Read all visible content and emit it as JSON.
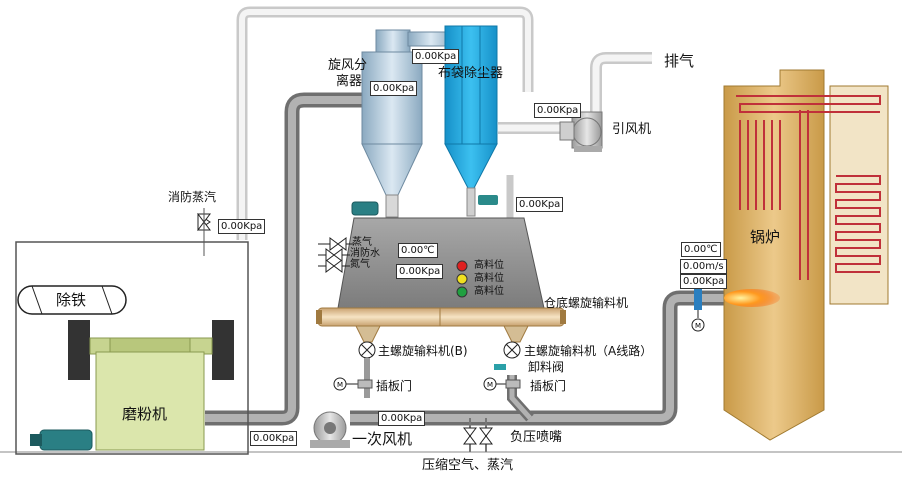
{
  "labels": {
    "exhaust": "排气",
    "induced_fan": "引风机",
    "cyclone_line1": "旋风分",
    "cyclone_line2": "离器",
    "baghouse": "布袋除尘器",
    "fire_steam": "消防蒸汽",
    "steam": "蒸气",
    "fire_water": "消防水",
    "nitrogen": "氮气",
    "high_level_1": "高料位",
    "high_level_2": "高料位",
    "high_level_3": "高料位",
    "bin_bottom_screw": "仓底螺旋输料机",
    "main_screw_b": "主螺旋输料机(B)",
    "main_screw_a": "主螺旋输料机（A线路）",
    "discharge_valve": "卸料阀",
    "gate_b": "插板门",
    "gate_a": "插板门",
    "iron_removal": "除铁",
    "mill": "磨粉机",
    "primary_fan": "一次风机",
    "negative_nozzle": "负压喷嘴",
    "compressed_air_steam": "压缩空气、蒸汽",
    "boiler": "锅炉",
    "motor_symbol": "M"
  },
  "readouts": {
    "baghouse_inlet": "0.00Kpa",
    "cyclone_inlet": "0.00Kpa",
    "fan_inlet": "0.00Kpa",
    "baghouse_outlet": "0.00Kpa",
    "fire_steam_line": "0.00Kpa",
    "silo_temp": "0.00℃",
    "silo_pressure": "0.00Kpa",
    "burner_temp": "0.00℃",
    "burner_speed": "0.00m/s",
    "burner_pressure": "0.00Kpa",
    "primary_fan_outlet": "0.00Kpa",
    "mill_outlet": "0.00Kpa"
  },
  "level_lamps": [
    "#e02020",
    "#f0e020",
    "#20a040"
  ],
  "colors": {
    "pipe": "#8f8f8f",
    "white_pipe": "#e8e8e8",
    "baghouse": "#2aa8e0",
    "cyclone": "#b8d2e4",
    "silo": "#8e8e8e",
    "screw": "#e6c89a",
    "mill": "#d8e4a8",
    "boiler": "#e3b86b",
    "coil": "#c0303a",
    "flame": "#ff8a1a"
  }
}
